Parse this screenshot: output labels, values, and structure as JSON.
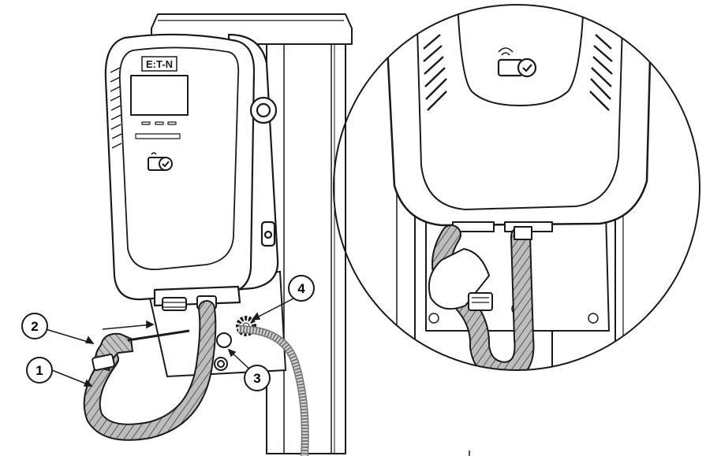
{
  "brand": {
    "logo": "E:T-N"
  },
  "callouts": [
    {
      "id": "1",
      "label": "1"
    },
    {
      "id": "2",
      "label": "2"
    },
    {
      "id": "3",
      "label": "3"
    },
    {
      "id": "4",
      "label": "4"
    }
  ],
  "icons": [
    "rfid-card-icon"
  ],
  "colors": {
    "line": "#1a1a1a",
    "cable": "#b0b0b0",
    "bg": "#ffffff"
  }
}
